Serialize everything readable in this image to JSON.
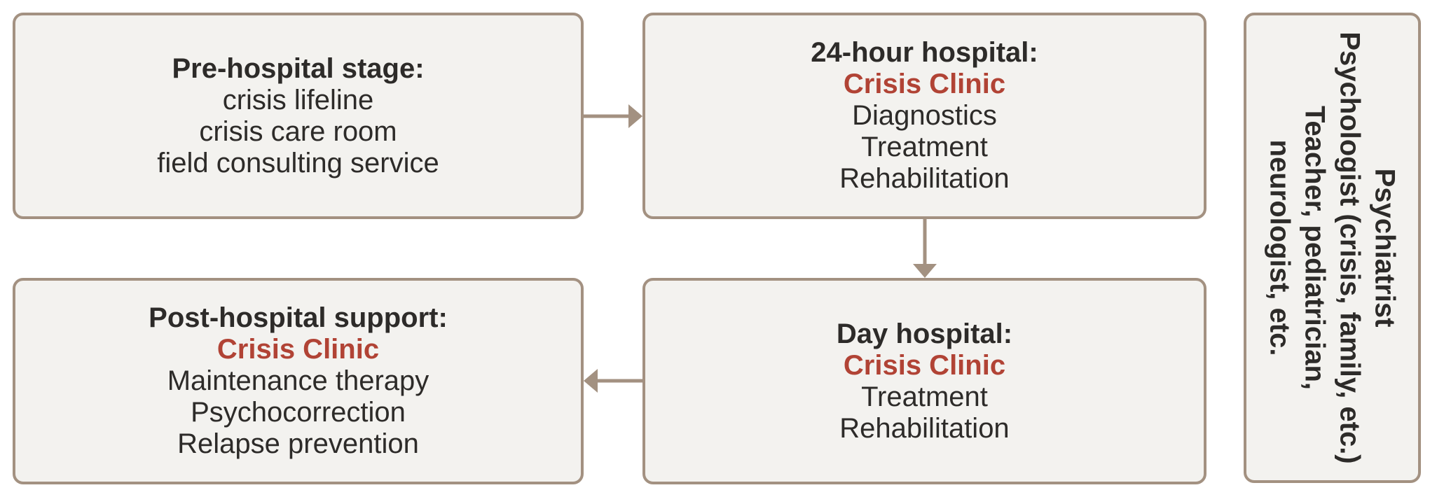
{
  "diagram": {
    "boxes": {
      "pre_hospital": {
        "title": "Pre-hospital stage:",
        "lines": [
          "crisis lifeline",
          "crisis care room",
          "field consulting service"
        ]
      },
      "hospital_24h": {
        "title": "24-hour hospital:",
        "highlight": "Crisis Clinic",
        "lines": [
          "Diagnostics",
          "Treatment",
          "Rehabilitation"
        ]
      },
      "day_hospital": {
        "title": "Day hospital:",
        "highlight": "Crisis Clinic",
        "lines": [
          "Treatment",
          "Rehabilitation"
        ]
      },
      "post_hospital": {
        "title": "Post-hospital support:",
        "highlight": "Crisis Clinic",
        "lines": [
          "Maintenance therapy",
          "Psychocorrection",
          "Relapse prevention"
        ]
      },
      "specialists": {
        "lines": [
          "Psychiatrist",
          "Psychologist (crisis, family, etc.)",
          "Teacher, pediatrician,",
          "neurologist, etc."
        ]
      }
    },
    "arrows": [
      {
        "from": "pre_hospital",
        "to": "hospital_24h",
        "direction": "right"
      },
      {
        "from": "hospital_24h",
        "to": "day_hospital",
        "direction": "down"
      },
      {
        "from": "day_hospital",
        "to": "post_hospital",
        "direction": "left"
      }
    ],
    "colors": {
      "page_background": "#ffffff",
      "box_fill": "#f3f2ef",
      "box_border": "#a39181",
      "arrow": "#a39181",
      "text": "#2d2b29",
      "accent_red": "#b14335"
    }
  }
}
